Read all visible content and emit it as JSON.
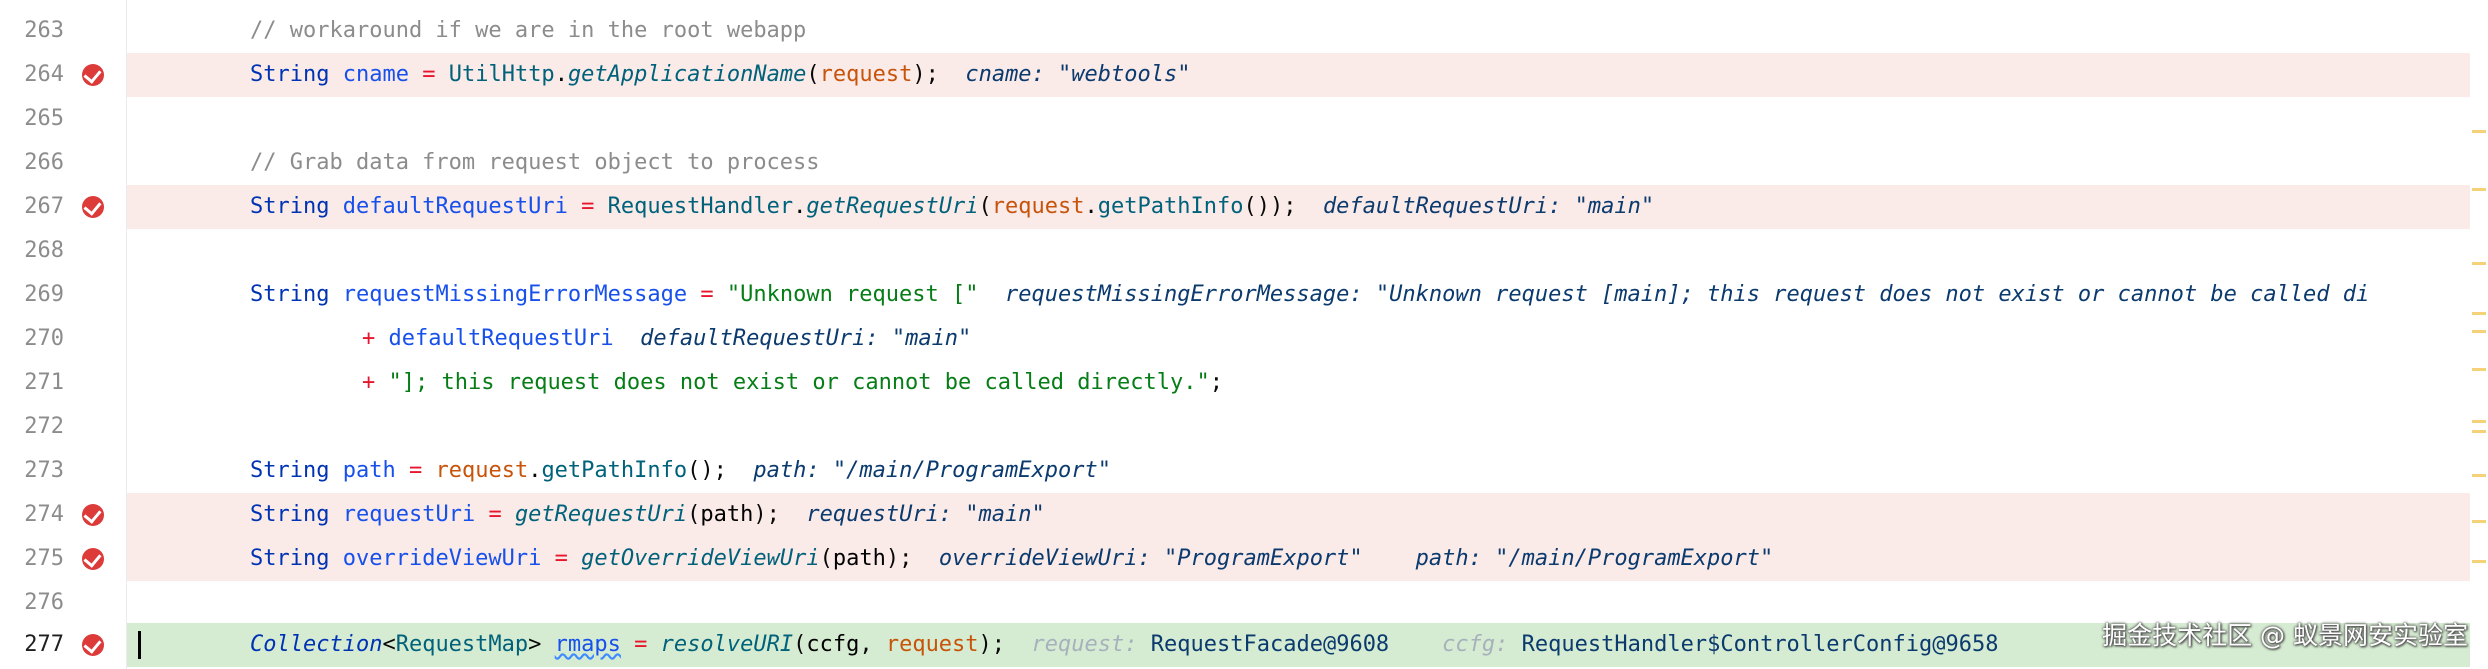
{
  "lines": [
    {
      "num": "263",
      "comment": "// workaround if we are in the root webapp"
    },
    {
      "num": "264",
      "kw": "String",
      "var": "cname",
      "op": "=",
      "cls": "UtilHttp",
      "dot": ".",
      "method": "getApplicationName",
      "open": "(",
      "param": "request",
      "close": ");",
      "hint": "cname: \"webtools\""
    },
    {
      "num": "265"
    },
    {
      "num": "266",
      "comment": "// Grab data from request object to process"
    },
    {
      "num": "267",
      "kw": "String",
      "var": "defaultRequestUri",
      "op": "=",
      "cls": "RequestHandler",
      "dot": ".",
      "method": "getRequestUri",
      "open": "(",
      "param": "request",
      "dot2": ".",
      "method2": "getPathInfo",
      "close": "());",
      "hint": "defaultRequestUri: \"main\""
    },
    {
      "num": "268"
    },
    {
      "num": "269",
      "kw": "String",
      "var": "requestMissingErrorMessage",
      "op": "=",
      "str": "\"Unknown request [\"",
      "hint": "requestMissingErrorMessage: \"Unknown request [main]; this request does not exist or cannot be called di"
    },
    {
      "num": "270",
      "op": "+",
      "var": "defaultRequestUri",
      "hint": "defaultRequestUri: \"main\""
    },
    {
      "num": "271",
      "op": "+",
      "str": "\"]; this request does not exist or cannot be called directly.\"",
      "close": ";"
    },
    {
      "num": "272"
    },
    {
      "num": "273",
      "kw": "String",
      "var": "path",
      "op": "=",
      "param": "request",
      "dot": ".",
      "method": "getPathInfo",
      "close": "();",
      "hint": "path: \"/main/ProgramExport\""
    },
    {
      "num": "274",
      "kw": "String",
      "var": "requestUri",
      "op": "=",
      "method": "getRequestUri",
      "open": "(",
      "arg": "path",
      "close": ");",
      "hint": "requestUri: \"main\""
    },
    {
      "num": "275",
      "kw": "String",
      "var": "overrideViewUri",
      "op": "=",
      "method": "getOverrideViewUri",
      "open": "(",
      "arg": "path",
      "close": ");",
      "hint": "overrideViewUri: \"ProgramExport\"",
      "hint2": "path: \"/main/ProgramExport\""
    },
    {
      "num": "276"
    },
    {
      "num": "277",
      "kw": "Collection",
      "lt": "<",
      "ty": "RequestMap",
      "gt": ">",
      "var": "rmaps",
      "op": "=",
      "method": "resolveURI",
      "open": "(",
      "arg": "ccfg",
      "comma": ",",
      "param": "request",
      "close": ");",
      "hint_label": "request:",
      "hint_val": "RequestFacade@9608",
      "hint2_label": "ccfg:",
      "hint2_val": "RequestHandler$ControllerConfig@9658"
    }
  ],
  "watermark": "掘金技术社区 @ 蚁景网安实验室",
  "colors": {
    "breakpoint_line": "#faeae8",
    "current_line": "#d6ecd2",
    "breakpoint_icon": "#dd3a3a"
  }
}
